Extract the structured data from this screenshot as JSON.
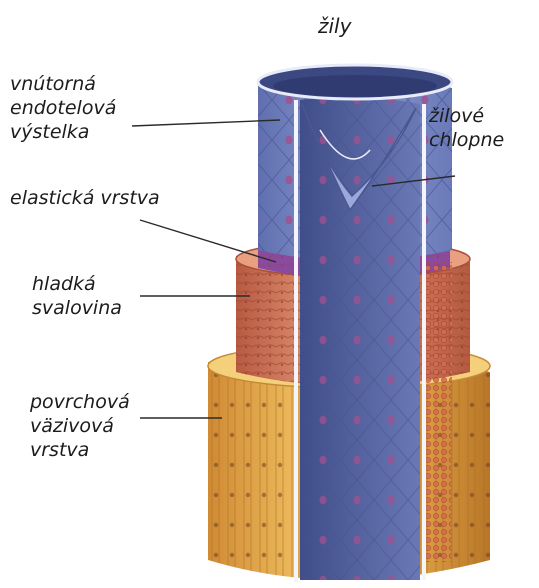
{
  "title": "žily",
  "labels": {
    "endothelium": [
      "vnútorná",
      "endotelová",
      "výstelka"
    ],
    "valves": [
      "žilové",
      "chlopne"
    ],
    "elastic": [
      "elastická vrstva"
    ],
    "smooth_muscle": [
      "hladká",
      "svalovina"
    ],
    "outer": [
      "povrchová",
      "väzivová",
      "vrstva"
    ]
  },
  "colors": {
    "endothelium_blue": "#7f8fc8",
    "endothelium_dark": "#4f5e9c",
    "nuclei": "#a0508f",
    "elastic_purple": "#8a4aa0",
    "muscle": "#d07a5a",
    "muscle_dark": "#b35a3f",
    "adventitia": "#e3aa4a",
    "adventitia_dark": "#b8782c",
    "leader": "#2a2a2a"
  }
}
